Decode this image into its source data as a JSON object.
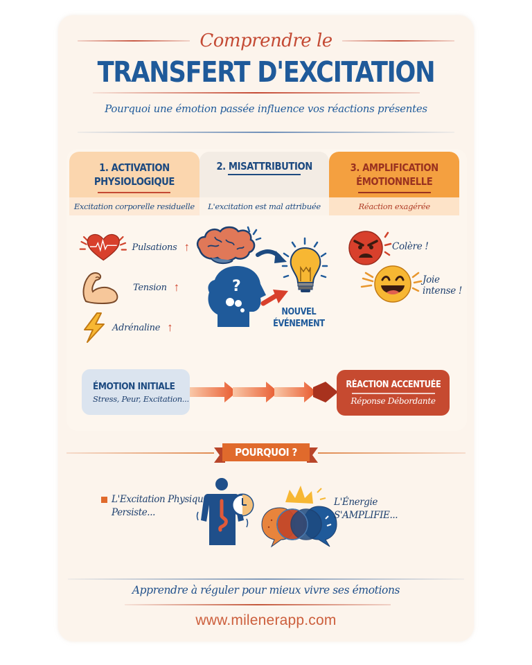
{
  "header": {
    "kicker": "Comprendre le",
    "title": "TRANSFERT D'EXCITATION",
    "subtitle": "Pourquoi une émotion passée influence vos réactions présentes"
  },
  "steps": [
    {
      "title_line1": "1. ACTIVATION",
      "title_line2": "PHYSIOLOGIQUE",
      "description": "Excitation corporelle residuelle",
      "color": "#fbd6ae"
    },
    {
      "title_line1": "2. MISATTRIBUTION",
      "title_line2": "",
      "description": "L'excitation est mal attribuée",
      "color": "#f3ece4"
    },
    {
      "title_line1": "3. AMPLIFICATION",
      "title_line2": "ÉMOTIONNELLE",
      "description": "Réaction exagérée",
      "color": "#f4a040"
    }
  ],
  "physiology": [
    {
      "icon": "heart-icon",
      "label": "Pulsations",
      "trend": "↑"
    },
    {
      "icon": "muscle-arm-icon",
      "label": "Tension",
      "trend": "↑"
    },
    {
      "icon": "lightning-icon",
      "label": "Adrénaline",
      "trend": "↑"
    }
  ],
  "misattribution": {
    "icons": [
      "brain-icon",
      "head-question-icon",
      "lightbulb-icon"
    ],
    "event_line1": "NOUVEL",
    "event_line2": "ÉVÉNEMENT"
  },
  "emotions": [
    {
      "icon": "angry-face-icon",
      "label": "Colère !"
    },
    {
      "icon": "laughing-face-icon",
      "label_line1": "Joie",
      "label_line2": "intense !"
    }
  ],
  "flow": {
    "start_title": "ÉMOTION INITIALE",
    "start_subtitle": "Stress, Peur, Excitation...",
    "end_title": "RÉACTION ACCENTUÉE",
    "end_subtitle": "Réponse Débordante"
  },
  "why": {
    "banner": "POURQUOI ?",
    "point_a_line1": "L'Excitation Physique",
    "point_a_line2": "Persiste...",
    "point_b_line1": "L'Énergie",
    "point_b_line2": "S'AMPLIFIE..."
  },
  "footer": {
    "tagline": "Apprendre à réguler pour mieux vivre ses émotions",
    "website": "www.milenerapp.com"
  },
  "colors": {
    "primary_blue": "#1f5a9a",
    "accent_red": "#c44a34",
    "accent_orange": "#f4a040",
    "background": "#fcf4ec"
  }
}
